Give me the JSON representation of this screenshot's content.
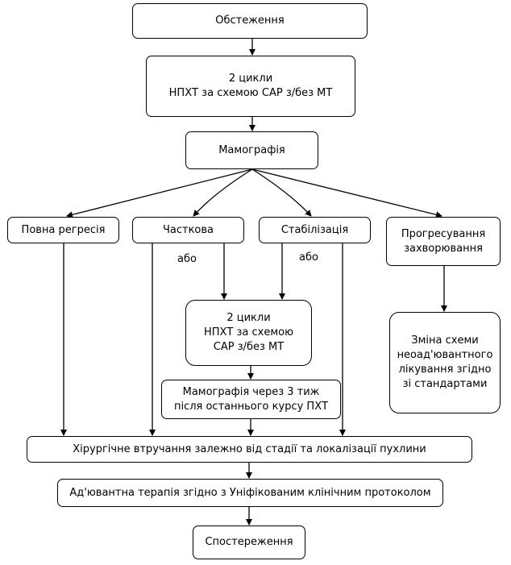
{
  "nodes": {
    "exam": "Обстеження",
    "npxt1": "2 цикли\nНПХТ за схемою САР з/без МТ",
    "mammo1": "Мамографія",
    "full": "Повна регресія",
    "partial": "Часткова",
    "stable": "Стабілізація",
    "progress": "Прогресування\nзахворювання",
    "npxt2": "2 цикли\nНПХТ за схемою\nСАР з/без МТ",
    "change": "Зміна схеми\nнеоад'ювантного\nлікування згідно\nзі стандартами",
    "mammo2": "Мамографія через 3 тиж\nпісля останнього курсу ПХТ",
    "surgery": "Хірургічне втручання залежно від стадії та локалізації пухлини",
    "adjuvant": "Ад'ювантна терапія згідно з Уніфікованим клінічним протоколом",
    "observe": "Спостереження"
  },
  "labels": {
    "or_left": "або",
    "or_right": "або"
  }
}
